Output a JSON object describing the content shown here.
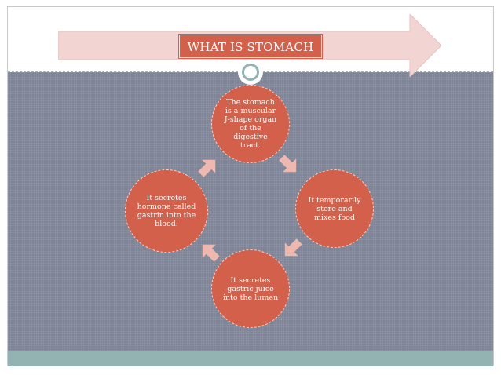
{
  "title": "WHAT IS STOMACH",
  "nodes": [
    {
      "text": "The stomach is a muscular J-shape organ of the digestive tract."
    },
    {
      "text": "It temporarily store and mixes food"
    },
    {
      "text": "It secretes gastric juice into the lumen"
    },
    {
      "text": "It secretes hormone called gastrin into the blood."
    }
  ],
  "colors": {
    "accent": "#d2604a",
    "banner": "#f2d4d3",
    "background": "#7e8597",
    "bottom_band": "#93b3b3",
    "arrow": "#eeb8ae"
  }
}
